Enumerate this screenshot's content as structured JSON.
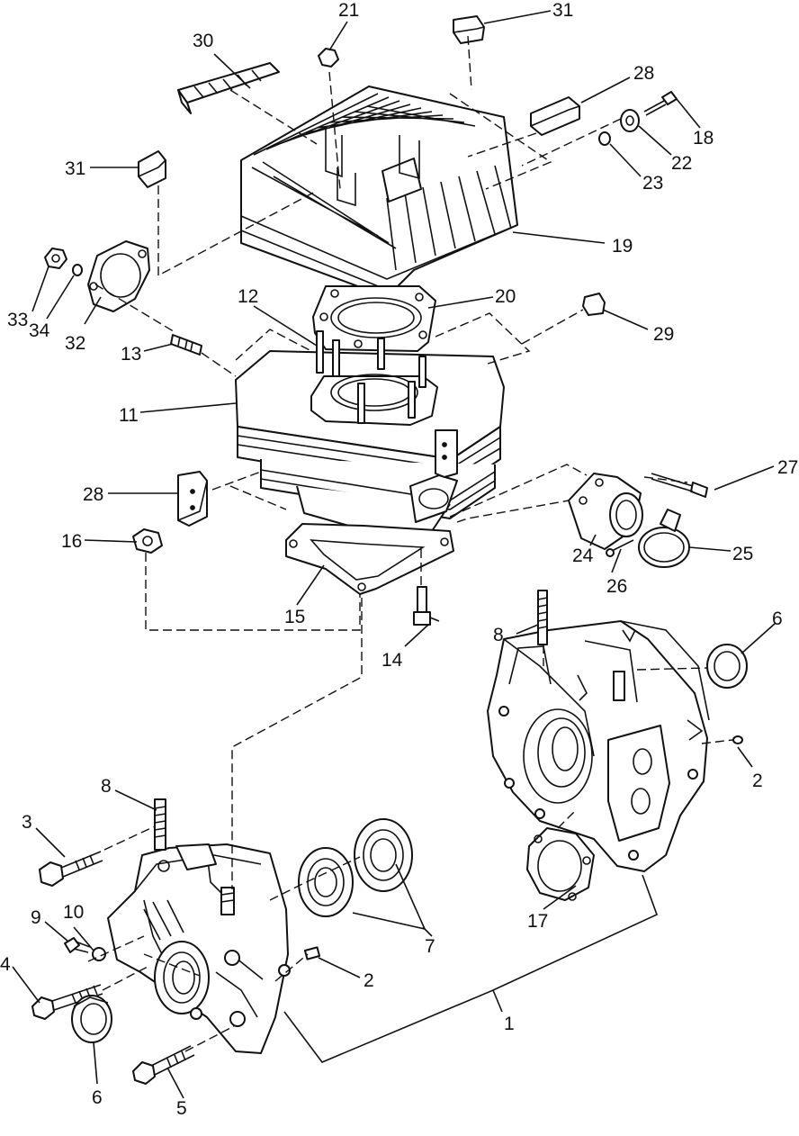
{
  "diagram": {
    "callouts": [
      {
        "id": "c1",
        "text": "1"
      },
      {
        "id": "c2a",
        "text": "2"
      },
      {
        "id": "c2b",
        "text": "2"
      },
      {
        "id": "c3",
        "text": "3"
      },
      {
        "id": "c4",
        "text": "4"
      },
      {
        "id": "c5",
        "text": "5"
      },
      {
        "id": "c6a",
        "text": "6"
      },
      {
        "id": "c6b",
        "text": "6"
      },
      {
        "id": "c7",
        "text": "7"
      },
      {
        "id": "c8a",
        "text": "8"
      },
      {
        "id": "c8b",
        "text": "8"
      },
      {
        "id": "c9",
        "text": "9"
      },
      {
        "id": "c10",
        "text": "10"
      },
      {
        "id": "c11",
        "text": "11"
      },
      {
        "id": "c12",
        "text": "12"
      },
      {
        "id": "c13",
        "text": "13"
      },
      {
        "id": "c14",
        "text": "14"
      },
      {
        "id": "c15",
        "text": "15"
      },
      {
        "id": "c16",
        "text": "16"
      },
      {
        "id": "c17",
        "text": "17"
      },
      {
        "id": "c18",
        "text": "18"
      },
      {
        "id": "c19",
        "text": "19"
      },
      {
        "id": "c20",
        "text": "20"
      },
      {
        "id": "c21",
        "text": "21"
      },
      {
        "id": "c22",
        "text": "22"
      },
      {
        "id": "c23",
        "text": "23"
      },
      {
        "id": "c24",
        "text": "24"
      },
      {
        "id": "c25",
        "text": "25"
      },
      {
        "id": "c26",
        "text": "26"
      },
      {
        "id": "c27",
        "text": "27"
      },
      {
        "id": "c28a",
        "text": "28"
      },
      {
        "id": "c28b",
        "text": "28"
      },
      {
        "id": "c29",
        "text": "29"
      },
      {
        "id": "c30",
        "text": "30"
      },
      {
        "id": "c31a",
        "text": "31"
      },
      {
        "id": "c31b",
        "text": "31"
      },
      {
        "id": "c32",
        "text": "32"
      },
      {
        "id": "c33",
        "text": "33"
      },
      {
        "id": "c34",
        "text": "34"
      }
    ]
  }
}
